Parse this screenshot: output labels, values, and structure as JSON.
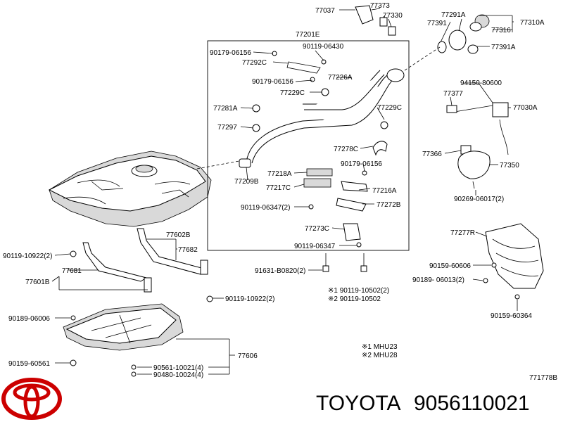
{
  "diagram_code": "771778B",
  "footer": {
    "brand": "TOYOTA",
    "part_number": "9056110021"
  },
  "notes": {
    "note1": "※1 MHU23",
    "note2": "※2 MHU28"
  },
  "labels": {
    "p77037": "77037",
    "p77373": "77373",
    "p77330": "77330",
    "p77291A": "77291A",
    "p77391": "77391",
    "p77316": "77316",
    "p77310A": "77310A",
    "p77391A": "77391A",
    "p77201E": "77201E",
    "p90179_06156a": "90179-06156",
    "p90119_06430": "90119-06430",
    "p77292C": "77292C",
    "p77226A": "77226A",
    "p90179_06156b": "90179-06156",
    "p77229C_a": "77229C",
    "p77281A": "77281A",
    "p77229C_b": "77229C",
    "p77297": "77297",
    "p77278C": "77278C",
    "p90179_06156c": "90179-06156",
    "p77218A": "77218A",
    "p77209B": "77209B",
    "p77217C": "77217C",
    "p77216A": "77216A",
    "p90119_06347_2": "90119-06347(2)",
    "p77272B": "77272B",
    "p77273C": "77273C",
    "p90119_06347": "90119-06347",
    "p91631": "91631-B0820(2)",
    "p90119_10502_2": "※1 90119-10502(2)",
    "p90119_10502": "※2 90119-10502",
    "p94150": "94150-80600",
    "p77377": "77377",
    "p77030A": "77030A",
    "p77366": "77366",
    "p77350": "77350",
    "p90269": "90269-06017(2)",
    "p77277R": "77277R",
    "p90159_60606": "90159-60606",
    "p90189_06013": "90189- 06013(2)",
    "p90159_60364": "90159-60364",
    "p77602B": "77602B",
    "p77682": "77682",
    "p90119_10922a": "90119-10922(2)",
    "p77681": "77681",
    "p77601B": "77601B",
    "p90119_10922b": "90119-10922(2)",
    "p90189_06006": "90189-06006",
    "p77606": "77606",
    "p90159_60561": "90159-60561",
    "p90561_10021": "90561-10021(4)",
    "p90480_10024": "90480-10024(4)"
  }
}
